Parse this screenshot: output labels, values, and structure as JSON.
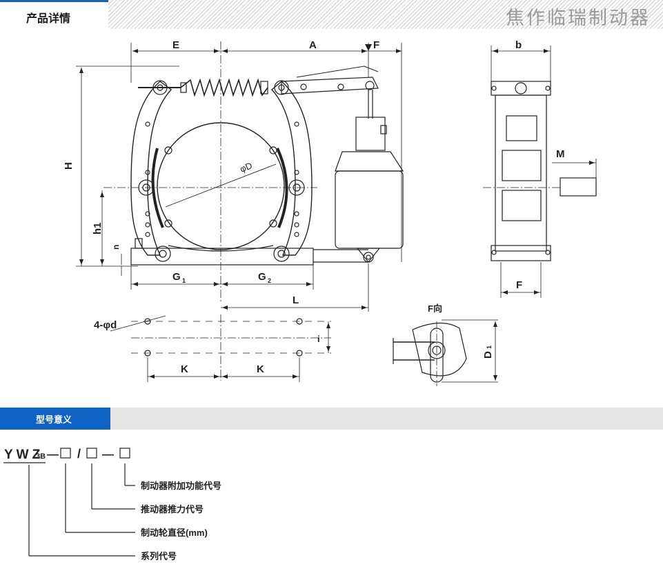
{
  "header": {
    "tab_title": "产品详情",
    "brand": "焦作临瑞制动器"
  },
  "drawing": {
    "labels": {
      "E": "E",
      "A": "A",
      "F_top": "F",
      "b": "b",
      "H": "H",
      "h1": "h1",
      "n": "n",
      "phiD": "φD",
      "G1": "G",
      "G1_sub": "1",
      "G2": "G",
      "G2_sub": "2",
      "L": "L",
      "M": "M",
      "F_side": "F",
      "bolt": "4-φd",
      "i": "i",
      "K1": "K",
      "K2": "K",
      "F_view": "F向",
      "D1": "D",
      "D1_sub": "1"
    }
  },
  "section2": {
    "title": "型号意义"
  },
  "model_code": {
    "prefix": "YWZ",
    "sub": "3B",
    "sep1": "—",
    "slash": "/",
    "sep2": "—",
    "items": [
      "制动器附加功能代号",
      "推动器推力代号",
      "制动轮直径(mm)",
      "系列代号"
    ]
  }
}
